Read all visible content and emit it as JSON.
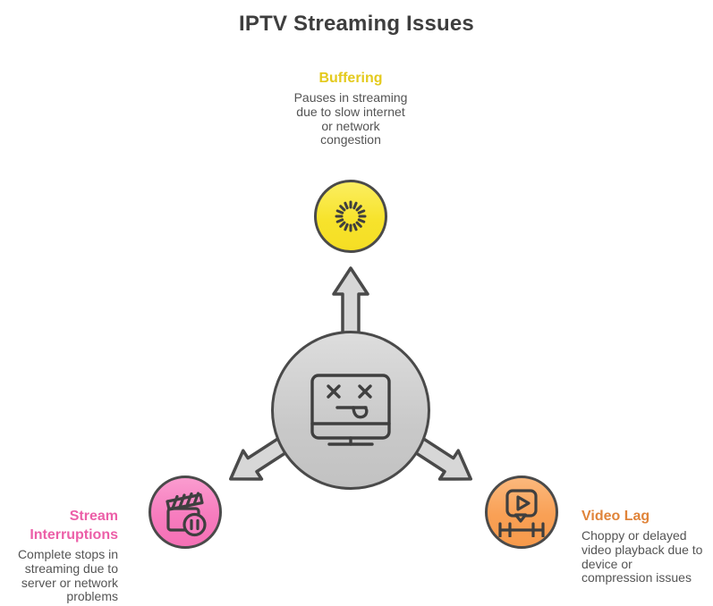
{
  "title": "IPTV Streaming Issues",
  "hub": {
    "icon": "dead-monitor-icon",
    "fill": "#cccccc",
    "outline": "#4a4a4a"
  },
  "nodes": {
    "buffering": {
      "label": "Buffering",
      "description": "Pauses in streaming\ndue to slow internet\nor network\ncongestion",
      "icon": "loading-spinner-icon",
      "label_color": "#e4ca1d",
      "circle_color": "#f5de24"
    },
    "stream_interruptions": {
      "label": "Stream\nInterruptions",
      "description": "Complete stops in\nstreaming due to\nserver or network\nproblems",
      "icon": "clapperboard-pause-icon",
      "label_color": "#ec5fa8",
      "circle_color": "#f570b5"
    },
    "video_lag": {
      "label": "Video Lag",
      "description": "Choppy or delayed\nvideo playback due to\ndevice or\ncompression issues",
      "icon": "video-lag-icon",
      "label_color": "#e0843a",
      "circle_color": "#f79a4b"
    }
  },
  "text_color": "#545454",
  "title_color": "#3e3e3e"
}
